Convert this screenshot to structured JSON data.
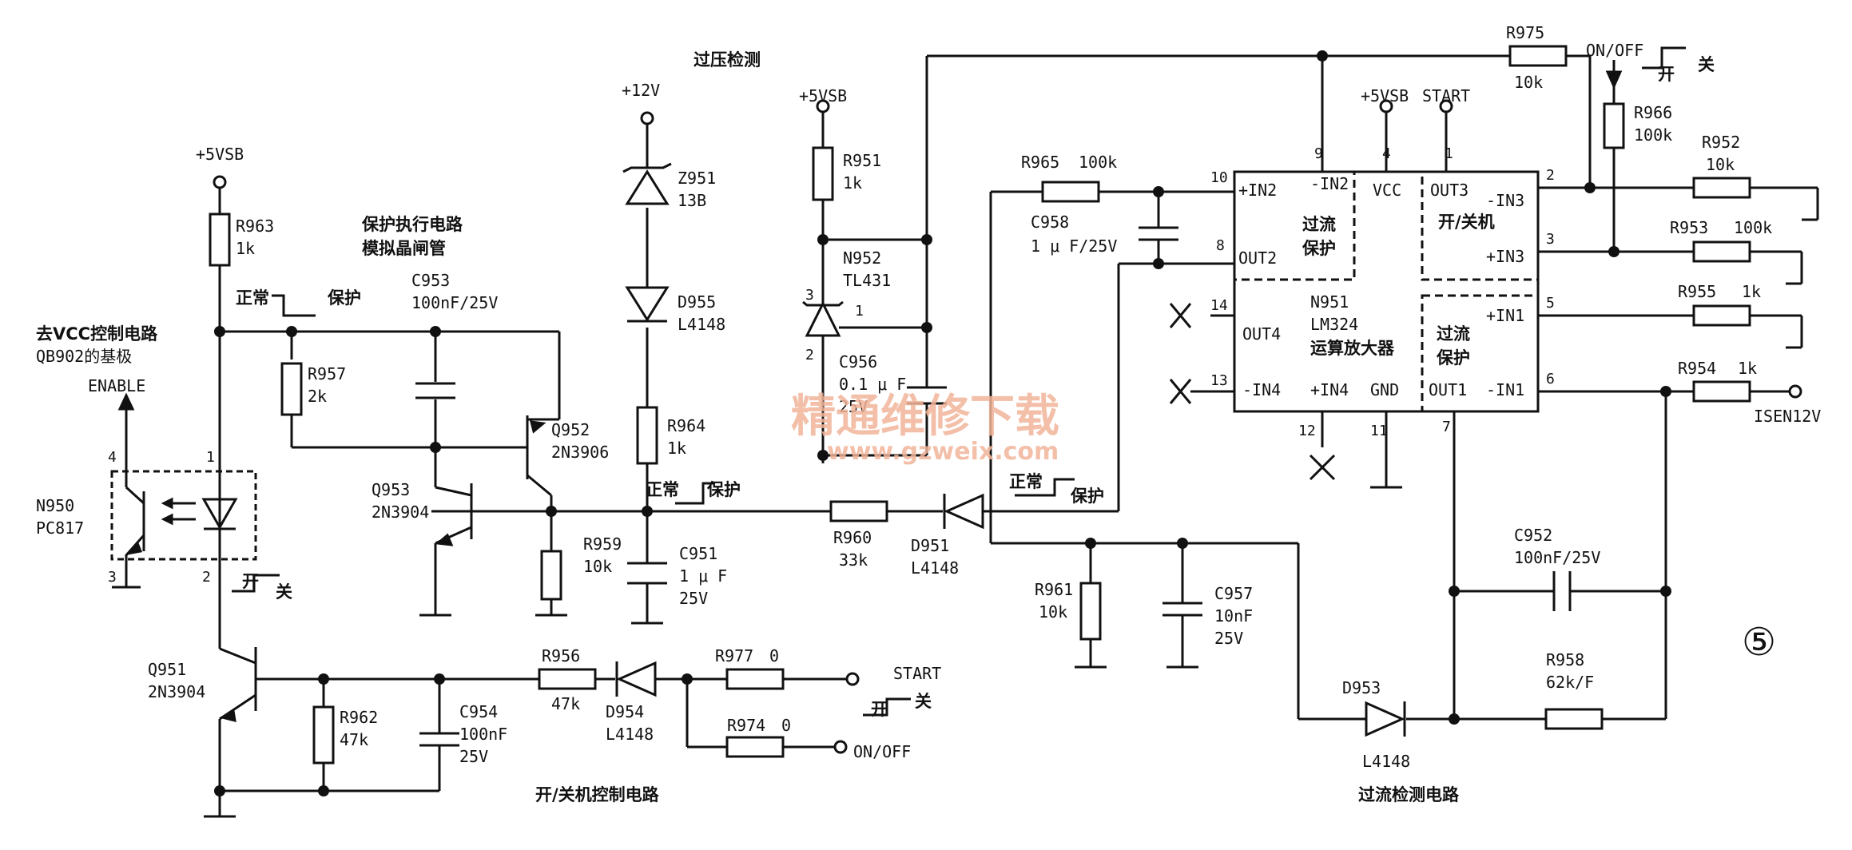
{
  "circuit": {
    "titles": {
      "overvoltage": "过压检测",
      "protect_exec": "保护执行电路",
      "thyristor": "模拟晶闸管",
      "onoff_ctrl": "开/关机控制电路",
      "overcurrent": "过流检测电路",
      "vcc_ctrl": "去VCC控制电路",
      "qb902": "QB902的基极",
      "enable": "ENABLE",
      "figure_no": "⑤"
    },
    "rails": {
      "vsb1": "+5VSB",
      "vsb2": "+5VSB",
      "vsb3": "+5VSB",
      "v12": "+12V",
      "start_pin": "START",
      "start_in": "START",
      "onoff_in": "ON/OFF",
      "onoff_top": "ON/OFF",
      "isen": "ISEN12V"
    },
    "states": {
      "normal": "正常",
      "protect": "保护",
      "on": "开",
      "off": "关"
    },
    "components": {
      "R963": {
        "ref": "R963",
        "val": "1k"
      },
      "R957": {
        "ref": "R957",
        "val": "2k"
      },
      "C953": {
        "ref": "C953",
        "val": "100nF/25V"
      },
      "Q952": {
        "ref": "Q952",
        "val": "2N3906"
      },
      "Q953": {
        "ref": "Q953",
        "val": "2N3904"
      },
      "N950": {
        "ref": "N950",
        "val": "PC817"
      },
      "Q951": {
        "ref": "Q951",
        "val": "2N3904"
      },
      "R962": {
        "ref": "R962",
        "val": "47k"
      },
      "C954": {
        "ref": "C954",
        "val": "100nF",
        "val2": "25V"
      },
      "R956": {
        "ref": "R956",
        "val": "47k"
      },
      "D954": {
        "ref": "D954",
        "val": "L4148"
      },
      "R977": {
        "ref": "R977",
        "val": "0"
      },
      "R974": {
        "ref": "R974",
        "val": "0"
      },
      "Z951": {
        "ref": "Z951",
        "val": "13B"
      },
      "D955": {
        "ref": "D955",
        "val": "L4148"
      },
      "R964": {
        "ref": "R964",
        "val": "1k"
      },
      "R959": {
        "ref": "R959",
        "val": "10k"
      },
      "C951": {
        "ref": "C951",
        "val": "1 μ F",
        "val2": "25V"
      },
      "R960": {
        "ref": "R960",
        "val": "33k"
      },
      "D951": {
        "ref": "D951",
        "val": "L4148"
      },
      "R951": {
        "ref": "R951",
        "val": "1k"
      },
      "N952": {
        "ref": "N952",
        "val": "TL431"
      },
      "C956": {
        "ref": "C956",
        "val": "0.1 μ F",
        "val2": "25V"
      },
      "R965": {
        "ref": "R965",
        "val": "100k"
      },
      "C958": {
        "ref": "C958",
        "val": "1 μ F/25V"
      },
      "R961": {
        "ref": "R961",
        "val": "10k"
      },
      "C957": {
        "ref": "C957",
        "val": "10nF",
        "val2": "25V"
      },
      "D953": {
        "ref": "D953",
        "val": "L4148"
      },
      "R975": {
        "ref": "R975",
        "val": "10k"
      },
      "R966": {
        "ref": "R966",
        "val": "100k"
      },
      "R952": {
        "ref": "R952",
        "val": "10k"
      },
      "R953": {
        "ref": "R953",
        "val": "100k"
      },
      "R955": {
        "ref": "R955",
        "val": "1k"
      },
      "R954": {
        "ref": "R954",
        "val": "1k"
      },
      "C952": {
        "ref": "C952",
        "val": "100nF/25V"
      },
      "R958": {
        "ref": "R958",
        "val": "62k/F"
      }
    },
    "ic": {
      "ref": "N951",
      "part": "LM324",
      "desc": "运算放大器",
      "ocp_label": "过流",
      "protect_label": "保护",
      "power_label": "开/关机",
      "pins": {
        "in2p": "+IN2",
        "in2n": "-IN2",
        "vcc": "VCC",
        "out3": "OUT3",
        "in3n": "-IN3",
        "out2": "OUT2",
        "in3p": "+IN3",
        "out4": "OUT4",
        "in1p": "+IN1",
        "in4n": "-IN4",
        "in4p": "+IN4",
        "gnd": "GND",
        "out1": "OUT1",
        "in1n": "-IN1"
      },
      "pin_numbers": {
        "p1": "1",
        "p2": "2",
        "p3": "3",
        "p4": "4",
        "p5": "5",
        "p6": "6",
        "p7": "7",
        "p8": "8",
        "p9": "9",
        "p10": "10",
        "p11": "11",
        "p12": "12",
        "p13": "13",
        "p14": "14"
      }
    },
    "pin_numbers_misc": {
      "pc817_1": "1",
      "pc817_2": "2",
      "pc817_3": "3",
      "pc817_4": "4",
      "tl431_1": "1",
      "tl431_2": "2",
      "tl431_3": "3"
    },
    "watermark": {
      "cn": "精通维修下载",
      "url": "www.gzweix.com"
    }
  }
}
